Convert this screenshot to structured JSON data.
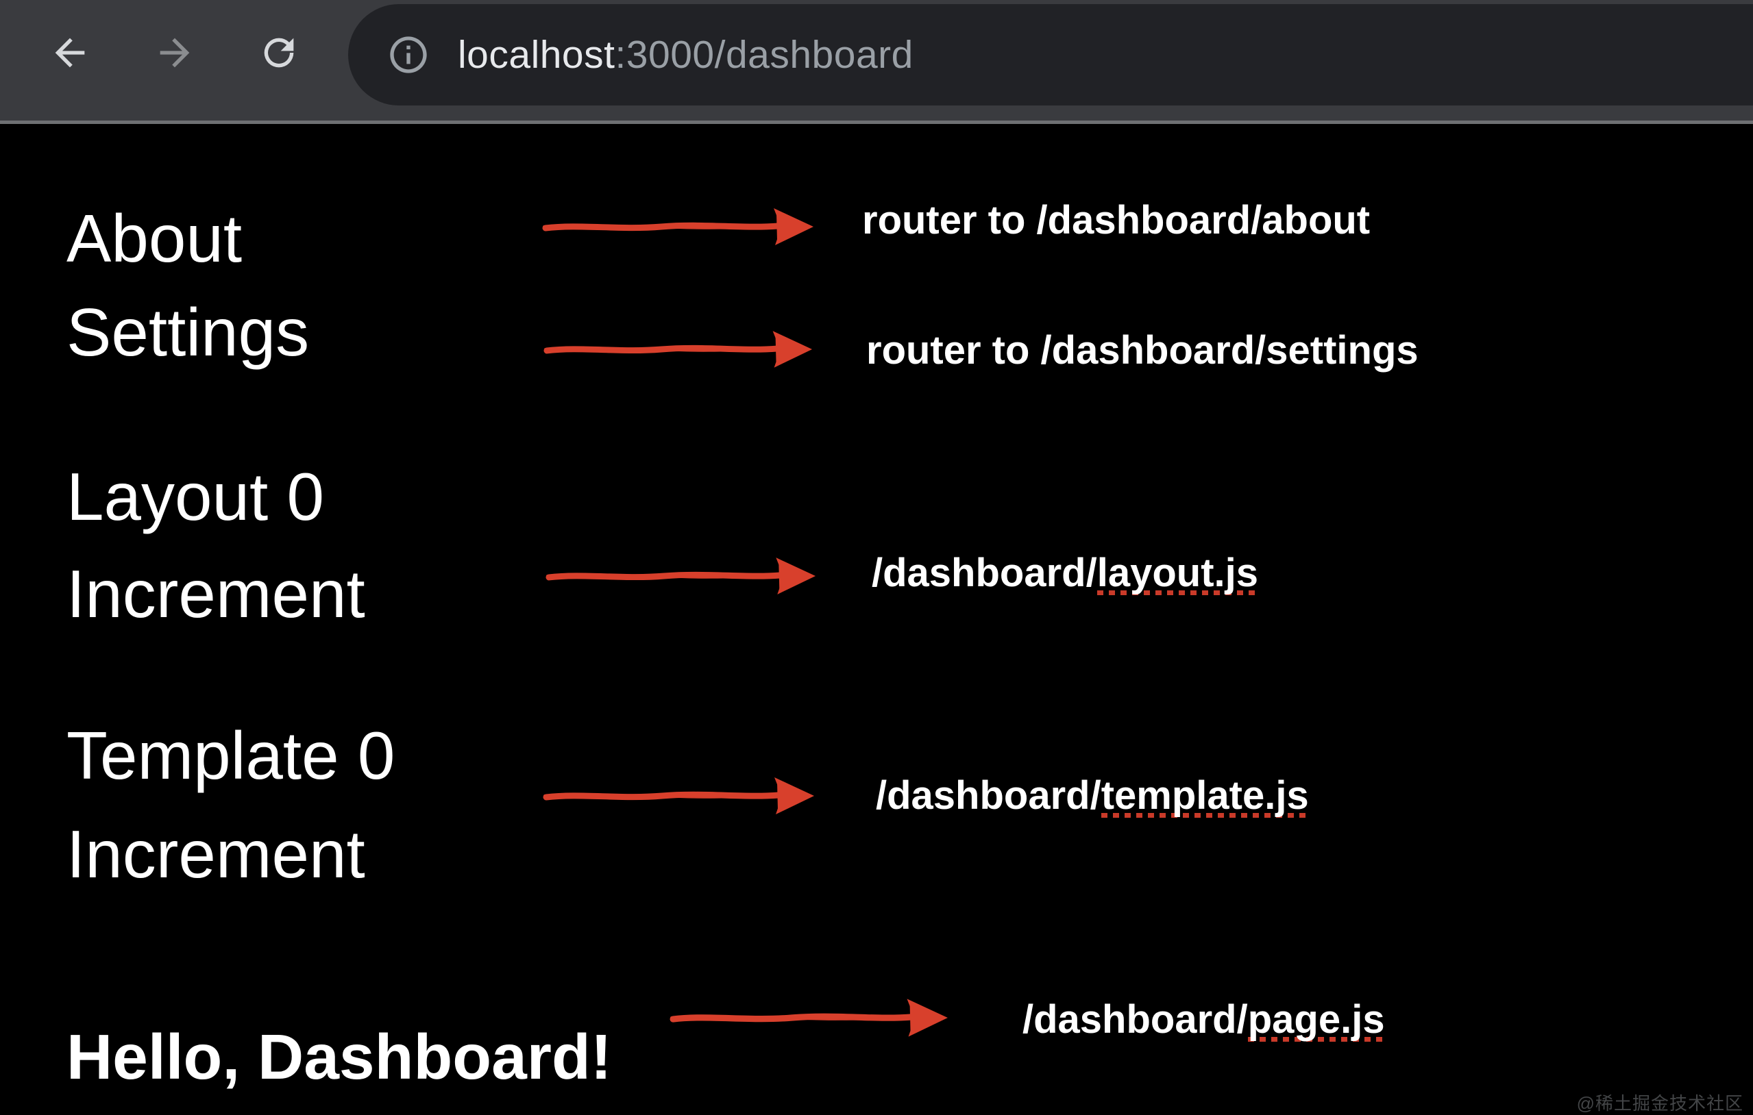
{
  "browser": {
    "url": {
      "host": "localhost",
      "path_suffix": ":3000/dashboard"
    },
    "icons": {
      "back": "arrow-left",
      "forward": "arrow-right",
      "reload": "circular-refresh-arrow",
      "site_info": "info-circle"
    }
  },
  "page": {
    "nav_links": [
      {
        "label": "About"
      },
      {
        "label": "Settings"
      }
    ],
    "layout_widget": {
      "label": "Layout 0",
      "button_label": "Increment"
    },
    "template_widget": {
      "label": "Template 0",
      "button_label": "Increment"
    },
    "heading": "Hello, Dashboard!",
    "annotations": [
      {
        "full": "router to /dashboard/about"
      },
      {
        "full": "router to /dashboard/settings"
      },
      {
        "pre": "/dashboard/",
        "file": "layout.js"
      },
      {
        "pre": "/dashboard/",
        "file": "template.js"
      },
      {
        "pre": "/dashboard/",
        "file": "page.js"
      }
    ],
    "watermark": "@稀土掘金技术社区"
  },
  "colors": {
    "toolbar_bg": "#3a3b3f",
    "omnibox_bg": "#212226",
    "toolbar_separator": "#6e7073",
    "url_primary": "#e7e9ec",
    "url_secondary": "#9aa0a6",
    "page_bg": "#000000",
    "text": "#ffffff",
    "arrow_red": "#d8402c",
    "underline_red": "#c93a29"
  }
}
